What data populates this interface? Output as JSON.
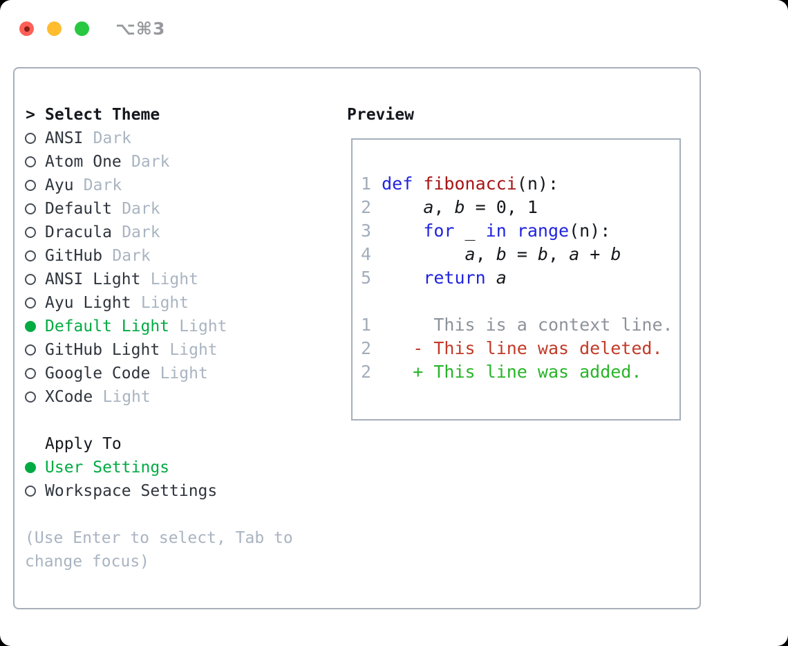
{
  "window": {
    "shortcut": "⌥⌘3"
  },
  "left": {
    "header": {
      "prefix": ">",
      "label": "Select Theme"
    },
    "themes": [
      {
        "name": "ANSI",
        "variant": "Dark",
        "selected": false
      },
      {
        "name": "Atom One",
        "variant": "Dark",
        "selected": false
      },
      {
        "name": "Ayu",
        "variant": "Dark",
        "selected": false
      },
      {
        "name": "Default",
        "variant": "Dark",
        "selected": false
      },
      {
        "name": "Dracula",
        "variant": "Dark",
        "selected": false
      },
      {
        "name": "GitHub",
        "variant": "Dark",
        "selected": false
      },
      {
        "name": "ANSI Light",
        "variant": "Light",
        "selected": false
      },
      {
        "name": "Ayu Light",
        "variant": "Light",
        "selected": false
      },
      {
        "name": "Default Light",
        "variant": "Light",
        "selected": true
      },
      {
        "name": "GitHub Light",
        "variant": "Light",
        "selected": false
      },
      {
        "name": "Google Code",
        "variant": "Light",
        "selected": false
      },
      {
        "name": "XCode",
        "variant": "Light",
        "selected": false
      }
    ],
    "apply_to": {
      "label": "Apply To",
      "options": [
        {
          "label": "User Settings",
          "selected": true
        },
        {
          "label": "Workspace Settings",
          "selected": false
        }
      ]
    },
    "help": {
      "line1": "(Use Enter to select, Tab to",
      "line2": "change focus)"
    }
  },
  "preview": {
    "label": "Preview",
    "code_lines": [
      {
        "num": "1",
        "segments": [
          {
            "t": "def",
            "c": "kw"
          },
          {
            "t": " ",
            "c": "p"
          },
          {
            "t": "fibonacci",
            "c": "fn"
          },
          {
            "t": "(n):",
            "c": "p"
          }
        ]
      },
      {
        "num": "2",
        "segments": [
          {
            "t": "    ",
            "c": "p"
          },
          {
            "t": "a",
            "c": "var"
          },
          {
            "t": ", ",
            "c": "p"
          },
          {
            "t": "b",
            "c": "var"
          },
          {
            "t": " = 0, 1",
            "c": "p"
          }
        ]
      },
      {
        "num": "3",
        "segments": [
          {
            "t": "    ",
            "c": "p"
          },
          {
            "t": "for",
            "c": "kw"
          },
          {
            "t": " _ ",
            "c": "p"
          },
          {
            "t": "in",
            "c": "kw"
          },
          {
            "t": " ",
            "c": "p"
          },
          {
            "t": "range",
            "c": "kw"
          },
          {
            "t": "(n):",
            "c": "p"
          }
        ]
      },
      {
        "num": "4",
        "segments": [
          {
            "t": "        ",
            "c": "p"
          },
          {
            "t": "a",
            "c": "var"
          },
          {
            "t": ", ",
            "c": "p"
          },
          {
            "t": "b",
            "c": "var"
          },
          {
            "t": " = ",
            "c": "p"
          },
          {
            "t": "b",
            "c": "var"
          },
          {
            "t": ", ",
            "c": "p"
          },
          {
            "t": "a",
            "c": "var"
          },
          {
            "t": " + ",
            "c": "p"
          },
          {
            "t": "b",
            "c": "var"
          }
        ]
      },
      {
        "num": "5",
        "segments": [
          {
            "t": "    ",
            "c": "p"
          },
          {
            "t": "return",
            "c": "kw"
          },
          {
            "t": " ",
            "c": "p"
          },
          {
            "t": "a",
            "c": "var"
          }
        ]
      }
    ],
    "diff_lines": [
      {
        "num": "1",
        "sign": "",
        "text": "This is a context line.",
        "kind": "context"
      },
      {
        "num": "2",
        "sign": "-",
        "text": "This line was deleted.",
        "kind": "deleted"
      },
      {
        "num": "2",
        "sign": "+",
        "text": "This line was added.",
        "kind": "added"
      }
    ]
  },
  "colors": {
    "border": "#a6afba",
    "heading": "#14181d",
    "item": "#2f353d",
    "muted": "#a9b4c1",
    "green": "#00ab42",
    "radio_stroke": "#464c55",
    "line_num": "#a3adba",
    "kw": "#2024dd",
    "fn": "#a81414",
    "code_plain": "#15181c",
    "context": "#8d939b",
    "deleted": "#c23a28",
    "added": "#28b428",
    "shortcut_text": "#97999d",
    "traffic_red": "#ff5f57",
    "traffic_yellow": "#febc2e",
    "traffic_green": "#28c840",
    "close_dot": "#8a1f17"
  }
}
